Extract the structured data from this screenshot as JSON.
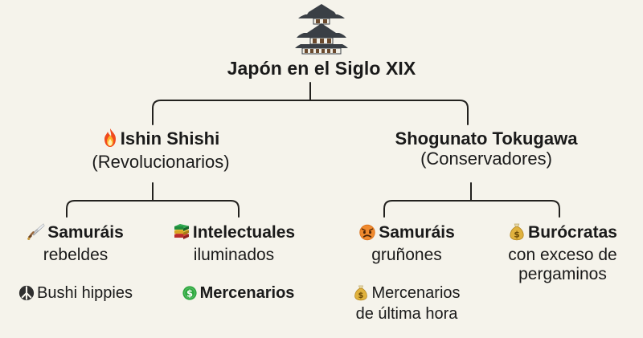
{
  "diagram": {
    "title": "Japón en el Siglo XIX",
    "root_icon": "japanese-castle",
    "background_color": "#F5F3EB",
    "line_color": "#22211E",
    "text_color": "#1A1A1A",
    "branches": [
      {
        "icon": "fire",
        "name": "Ishin Shishi",
        "subtitle": "(Revolucionarios)",
        "leaves": [
          {
            "icon": "dagger",
            "lead": "Samuráis",
            "tail": "rebeldes",
            "children": [
              {
                "icon": "peace-symbol",
                "lead": "Bushi hippies",
                "tail": ""
              }
            ]
          },
          {
            "icon": "books",
            "lead": "Intelectuales",
            "tail": "iluminados",
            "children": [
              {
                "icon": "heavy-dollar-sign",
                "lead": "Mercenarios",
                "tail": ""
              }
            ]
          }
        ]
      },
      {
        "icon": "",
        "name": "Shogunato Tokugawa",
        "subtitle": "(Conservadores)",
        "leaves": [
          {
            "icon": "angry-face",
            "lead": "Samuráis",
            "tail": "gruñones",
            "children": [
              {
                "icon": "money-bag",
                "lead": "Mercenarios",
                "tail": "de última hora"
              }
            ]
          },
          {
            "icon": "money-bag",
            "lead": "Burócratas",
            "tail": "con exceso de\npergaminos",
            "children": []
          }
        ]
      }
    ]
  },
  "leaf_tails": {
    "burocratas_line1": "con exceso de",
    "burocratas_line2": "pergaminos"
  }
}
